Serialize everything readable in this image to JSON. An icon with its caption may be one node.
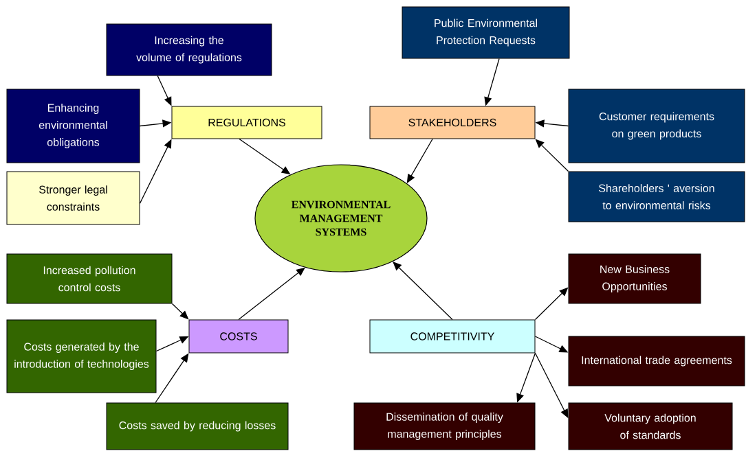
{
  "diagram": {
    "nodes": [
      {
        "text": [
          "Increasing the volume of regulations"
        ]
      },
      {
        "text": [
          "Public Environmental Protection Requests"
        ]
      },
      {
        "text": [
          "Enhancing environmental obligations"
        ]
      },
      {
        "text": [
          "REGULATIONS"
        ]
      },
      {
        "text": [
          "STAKEHOLDERS"
        ]
      },
      {
        "text": [
          "Customer requirements on green products"
        ]
      },
      {
        "text": [
          "Stronger legal constraints"
        ]
      },
      {
        "text": [
          "Shareholders ' aversion to environmental risks"
        ]
      },
      {
        "text": [
          "ENVIRONMENTAL MANAGEMENT SYSTEMS"
        ]
      },
      {
        "text": [
          "Increased pollution control costs"
        ]
      },
      {
        "text": [
          "New Business Opportunities"
        ]
      },
      {
        "text": [
          "Costs generated by the introduction of technologies"
        ]
      },
      {
        "text": [
          "COSTS"
        ]
      },
      {
        "text": [
          "COMPETITIVITY"
        ]
      },
      {
        "text": [
          "International trade agreements"
        ]
      },
      {
        "text": [
          "Costs saved by reducing losses"
        ]
      },
      {
        "text": [
          "Dissemination of quality management principles"
        ]
      },
      {
        "text": [
          "Voluntary adoption of standards"
        ]
      }
    ],
    "edges": [
      {
        "from": 0,
        "to": 3,
        "arrow": "to"
      },
      {
        "from": 2,
        "to": 3,
        "arrow": "to"
      },
      {
        "from": 6,
        "to": 3,
        "arrow": "to"
      },
      {
        "from": 3,
        "to": 8,
        "arrow": "to"
      },
      {
        "from": 1,
        "to": 4,
        "arrow": "to"
      },
      {
        "from": 5,
        "to": 4,
        "arrow": "to"
      },
      {
        "from": 7,
        "to": 4,
        "arrow": "to"
      },
      {
        "from": 4,
        "to": 8,
        "arrow": "to"
      },
      {
        "from": 9,
        "to": 12,
        "arrow": "to"
      },
      {
        "from": 11,
        "to": 12,
        "arrow": "to"
      },
      {
        "from": 15,
        "to": 12,
        "arrow": "to"
      },
      {
        "from": 12,
        "to": 8,
        "arrow": "to"
      },
      {
        "from": 13,
        "to": 8,
        "arrow": "to"
      },
      {
        "from": 13,
        "to": 10,
        "arrow": "to"
      },
      {
        "from": 13,
        "to": 14,
        "arrow": "to"
      },
      {
        "from": 13,
        "to": 16,
        "arrow": "to"
      },
      {
        "from": 13,
        "to": 17,
        "arrow": "to"
      }
    ]
  }
}
